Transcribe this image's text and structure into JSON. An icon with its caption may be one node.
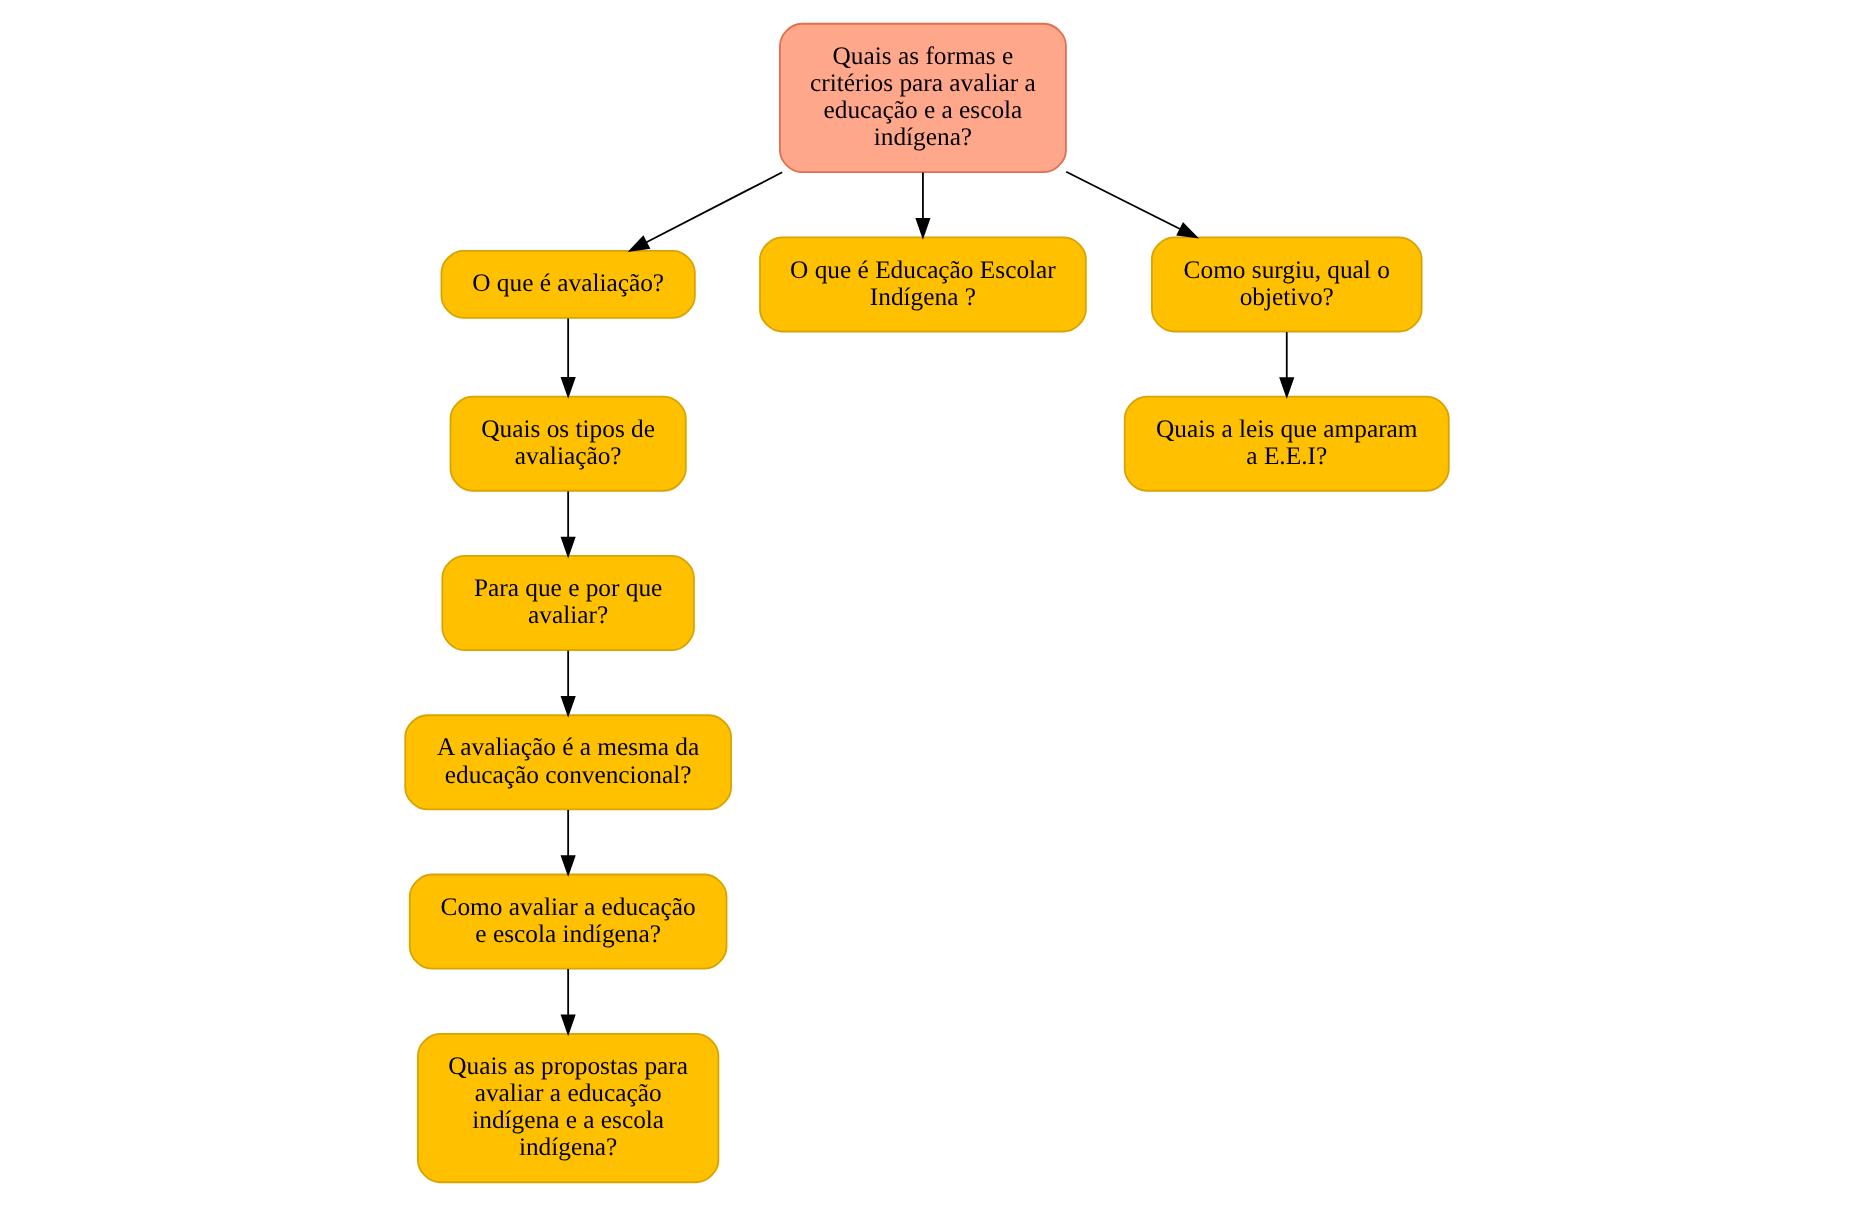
{
  "diagram": {
    "nodes": [
      {
        "text": [
          "O que é avaliação?"
        ]
      },
      {
        "text": [
          "Quais os tipos de avaliação?"
        ]
      },
      {
        "text": [
          "Para que e por que avaliar?"
        ]
      },
      {
        "text": [
          "Quais as formas e critérios para avaliar a educação e a escola indígena?"
        ]
      },
      {
        "text": [
          "O que é Educação Escolar Indígena ?"
        ]
      },
      {
        "text": [
          "A avaliação é a mesma da educação convencional?"
        ]
      },
      {
        "text": [
          "Como surgiu, qual o objetivo?"
        ]
      },
      {
        "text": [
          "Como avaliar a educação e escola indígena?"
        ]
      },
      {
        "text": [
          "Quais a leis que amparam a E.E.I?"
        ]
      },
      {
        "text": [
          "Quais as propostas para avaliar a educação indígena e a escola indígena?"
        ]
      }
    ],
    "edges": [
      {
        "from": 3,
        "to": 0,
        "arrow": "to"
      },
      {
        "from": 0,
        "to": 1,
        "arrow": "to"
      },
      {
        "from": 1,
        "to": 2,
        "arrow": "to"
      },
      {
        "from": 2,
        "to": 5,
        "arrow": "to"
      },
      {
        "from": 5,
        "to": 7,
        "arrow": "to"
      },
      {
        "from": 7,
        "to": 9,
        "arrow": "to"
      },
      {
        "from": 3,
        "to": 4,
        "arrow": "to"
      },
      {
        "from": 3,
        "to": 6,
        "arrow": "to"
      },
      {
        "from": 6,
        "to": 8,
        "arrow": "to"
      }
    ]
  }
}
